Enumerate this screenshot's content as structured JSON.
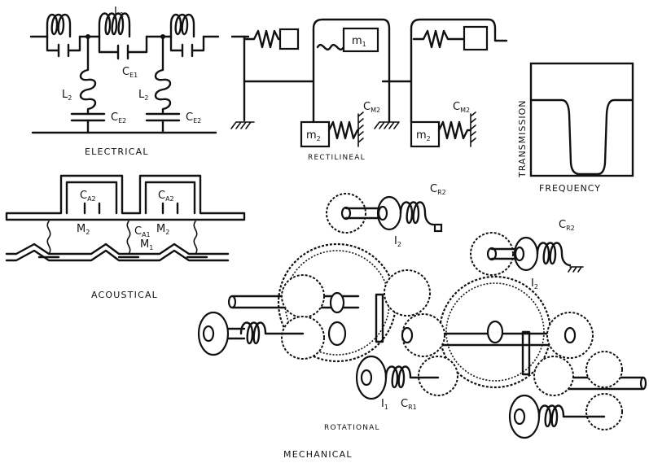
{
  "titles": {
    "electrical": "ELECTRICAL",
    "rectilineal": "RECTILINEAL",
    "acoustical": "ACOUSTICAL",
    "rotational": "ROTATIONAL",
    "mechanical": "MECHANICAL"
  },
  "axes": {
    "y": "TRANSMISSION",
    "x": "FREQUENCY"
  },
  "symbols": {
    "L": "L",
    "C": "C",
    "m": "m",
    "M": "M",
    "I": "I",
    "s1": "1",
    "s2": "2",
    "E1": "E1",
    "E2": "E2",
    "M2": "M2",
    "A1": "A1",
    "A2": "A2",
    "R1": "R1",
    "R2": "R2"
  }
}
